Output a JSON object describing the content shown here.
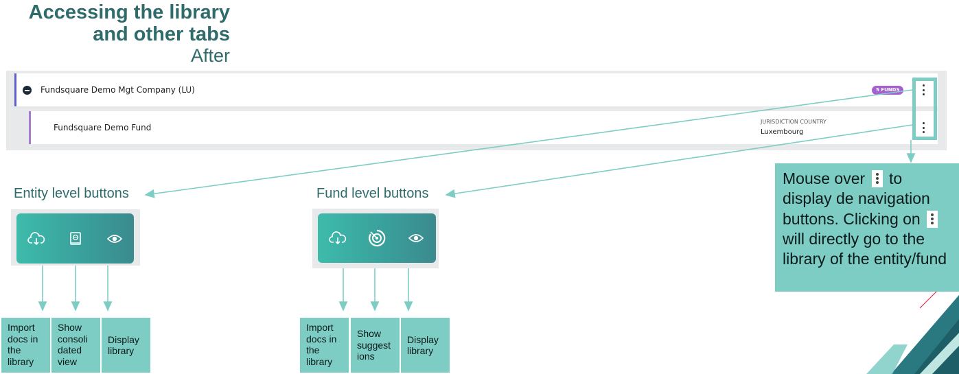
{
  "slide": {
    "title_line1": "Accessing the library",
    "title_line2": "and other tabs",
    "subtitle": "After"
  },
  "screen": {
    "company_row": {
      "label": "Fundsquare Demo Mgt Company (LU)",
      "badge": "5 FUNDS"
    },
    "fund_row": {
      "label": "Fundsquare Demo Fund",
      "jurisdiction_label": "JURISDICTION COUNTRY",
      "jurisdiction_value": "Luxembourg"
    }
  },
  "entity": {
    "heading": "Entity level buttons",
    "icons": [
      "cloud-download-icon",
      "book-globe-icon",
      "eye-icon"
    ],
    "descriptions": [
      "Import docs in the library",
      "Show consoli dated view",
      "Display library"
    ]
  },
  "fund": {
    "heading": "Fund level buttons",
    "icons": [
      "cloud-download-icon",
      "target-icon",
      "eye-icon"
    ],
    "descriptions": [
      "Import docs in the library",
      "Show suggest ions",
      "Display library"
    ]
  },
  "tip": {
    "part1": "Mouse over",
    "part2": "to display de navigation buttons. Clicking on",
    "part3": "will directly go to the library of the entity/fund"
  },
  "colors": {
    "title": "#2f6b6b",
    "accent_teal": "#7ecdc4",
    "button_bar": "#3dbbab",
    "badge": "#a65fd0",
    "row_border_company": "#5b5fc7",
    "row_border_fund": "#a77bd1"
  }
}
